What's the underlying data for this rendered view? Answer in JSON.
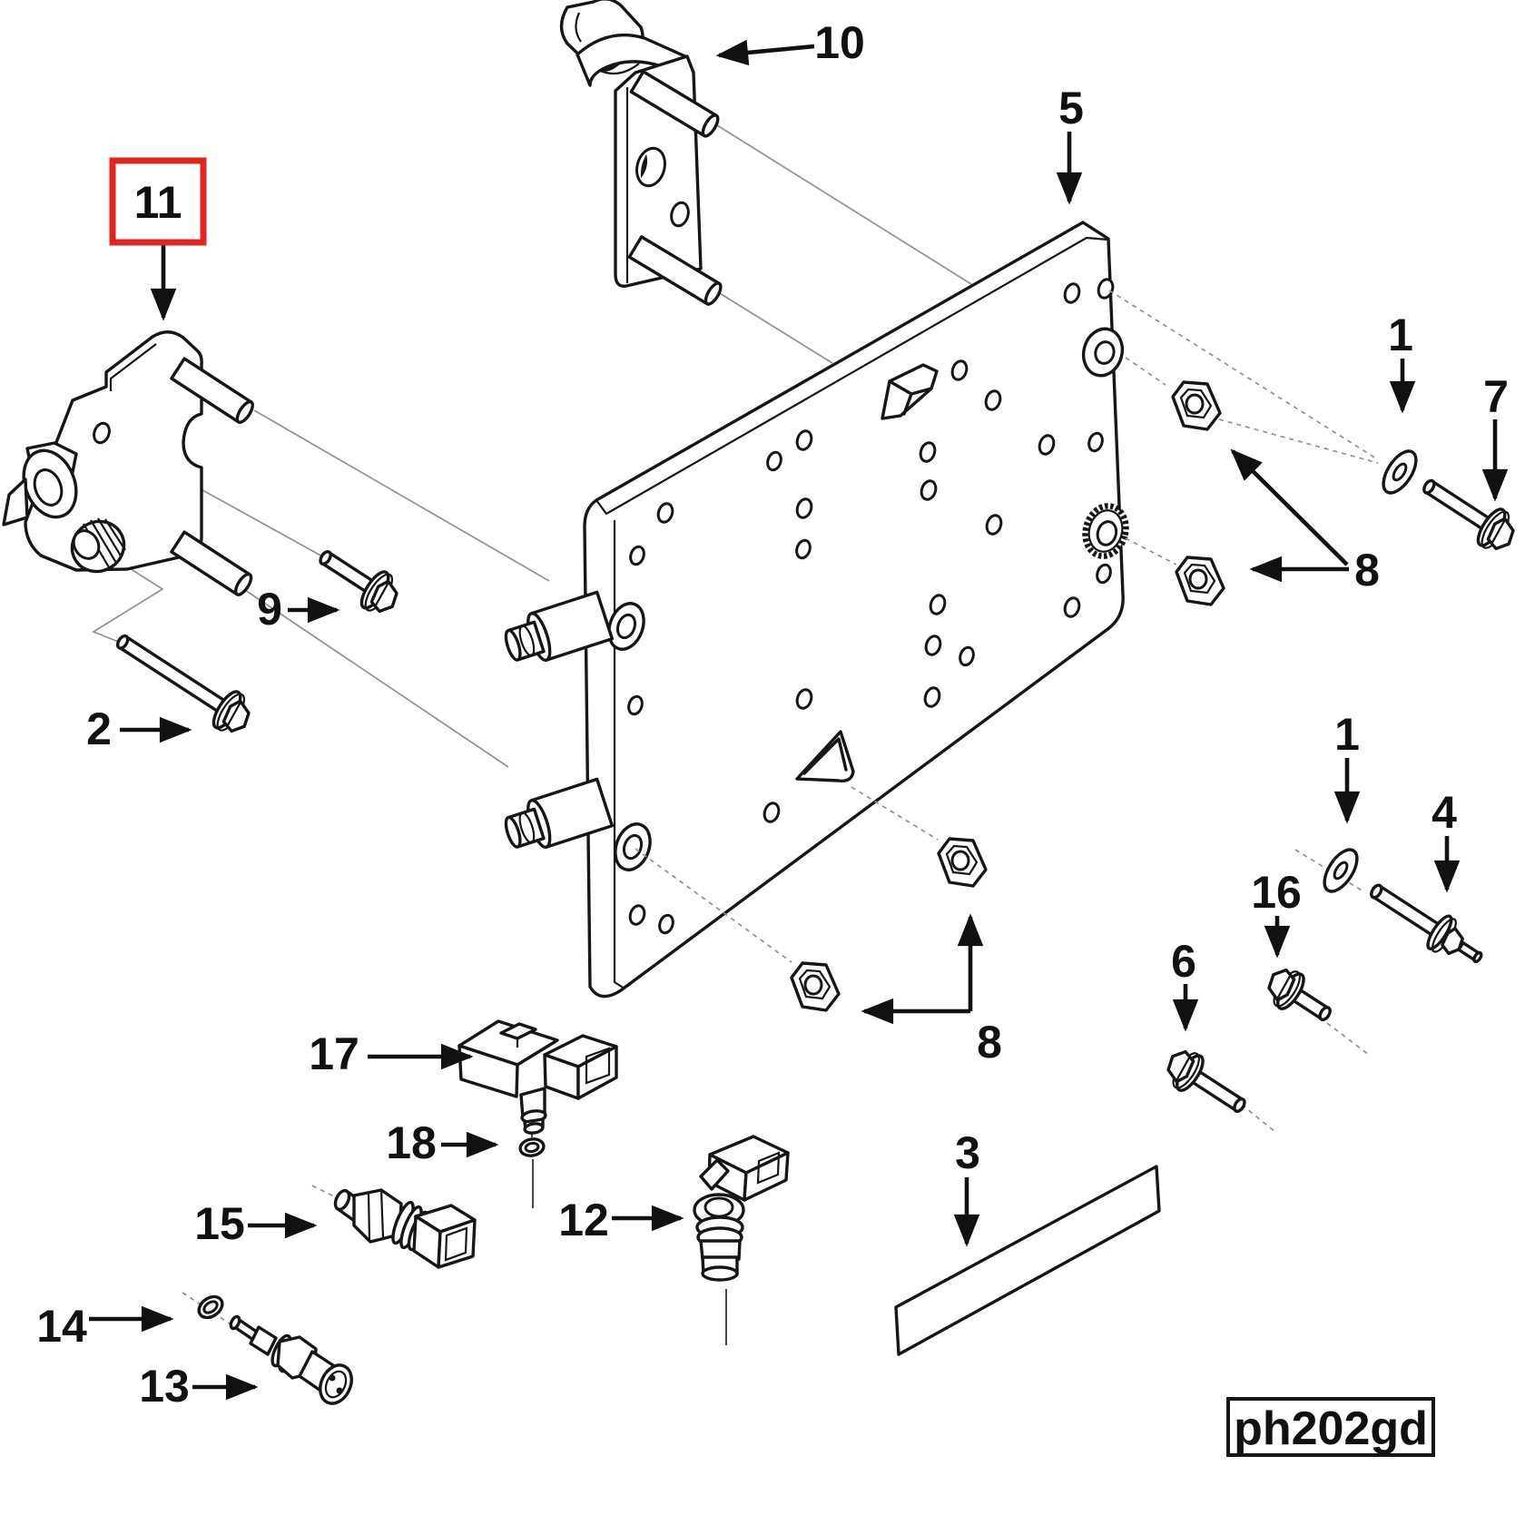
{
  "diagram": {
    "code_label": "ph202gd",
    "highlight": {
      "color": "#e02420",
      "applies_to_label": "11"
    },
    "callouts": [
      {
        "label": "10"
      },
      {
        "label": "5"
      },
      {
        "label": "11",
        "highlighted": true
      },
      {
        "label": "1"
      },
      {
        "label": "7"
      },
      {
        "label": "8"
      },
      {
        "label": "9"
      },
      {
        "label": "2"
      },
      {
        "label": "8"
      },
      {
        "label": "1"
      },
      {
        "label": "4"
      },
      {
        "label": "16"
      },
      {
        "label": "6"
      },
      {
        "label": "3"
      },
      {
        "label": "17"
      },
      {
        "label": "18"
      },
      {
        "label": "15"
      },
      {
        "label": "12"
      },
      {
        "label": "14"
      },
      {
        "label": "13"
      }
    ]
  }
}
